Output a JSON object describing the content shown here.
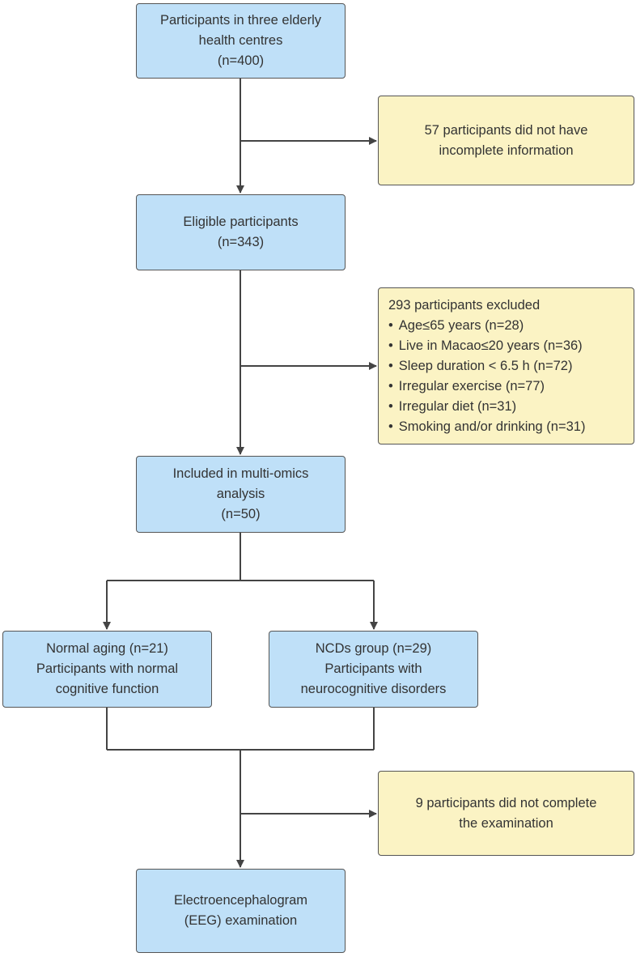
{
  "boxes": {
    "participants": [
      "Participants in three elderly",
      "health centres",
      "(n=400)"
    ],
    "incomplete_info": [
      "57 participants did not have",
      "incomplete information"
    ],
    "eligible": [
      "Eligible participants",
      "(n=343)"
    ],
    "excluded": {
      "title": "293 participants excluded",
      "items": [
        "Age≤65 years (n=28)",
        "Live in Macao≤20 years (n=36)",
        "Sleep duration < 6.5 h (n=72)",
        "Irregular exercise (n=77)",
        "Irregular diet (n=31)",
        "Smoking and/or drinking (n=31)"
      ]
    },
    "included": [
      "Included in multi-omics",
      "analysis",
      "(n=50)"
    ],
    "normal_aging": [
      "Normal aging (n=21)",
      "Participants with normal",
      "cognitive function"
    ],
    "ncds": [
      "NCDs group (n=29)",
      "Participants with",
      "neurocognitive disorders"
    ],
    "not_complete": [
      "9 participants did not complete",
      "the examination"
    ],
    "eeg": [
      "Electroencephalogram",
      "(EEG) examination"
    ]
  },
  "colors": {
    "main_box_fill": "#bfe0f8",
    "side_box_fill": "#fbf3c4",
    "border": "#555555",
    "arrow": "#444444",
    "text": "#333333"
  }
}
